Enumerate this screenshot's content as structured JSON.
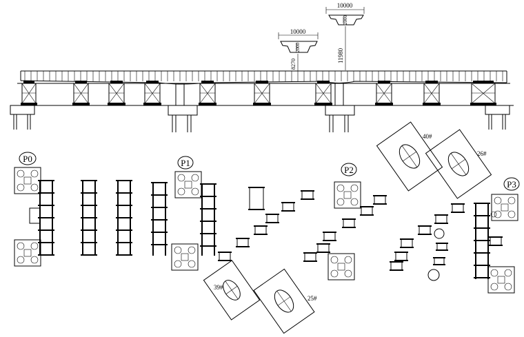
{
  "dimensions": {
    "top_width": "10000",
    "top_depth": "2000",
    "mid_width": "10000",
    "mid_depth": "2000",
    "height_right": "11980",
    "height_left": "8270"
  },
  "piers": [
    "P0",
    "P1",
    "P2",
    "P3"
  ],
  "segments": {
    "seg_40": "40#",
    "seg_26": "26#",
    "seg_39": "39#",
    "seg_25": "25#"
  }
}
